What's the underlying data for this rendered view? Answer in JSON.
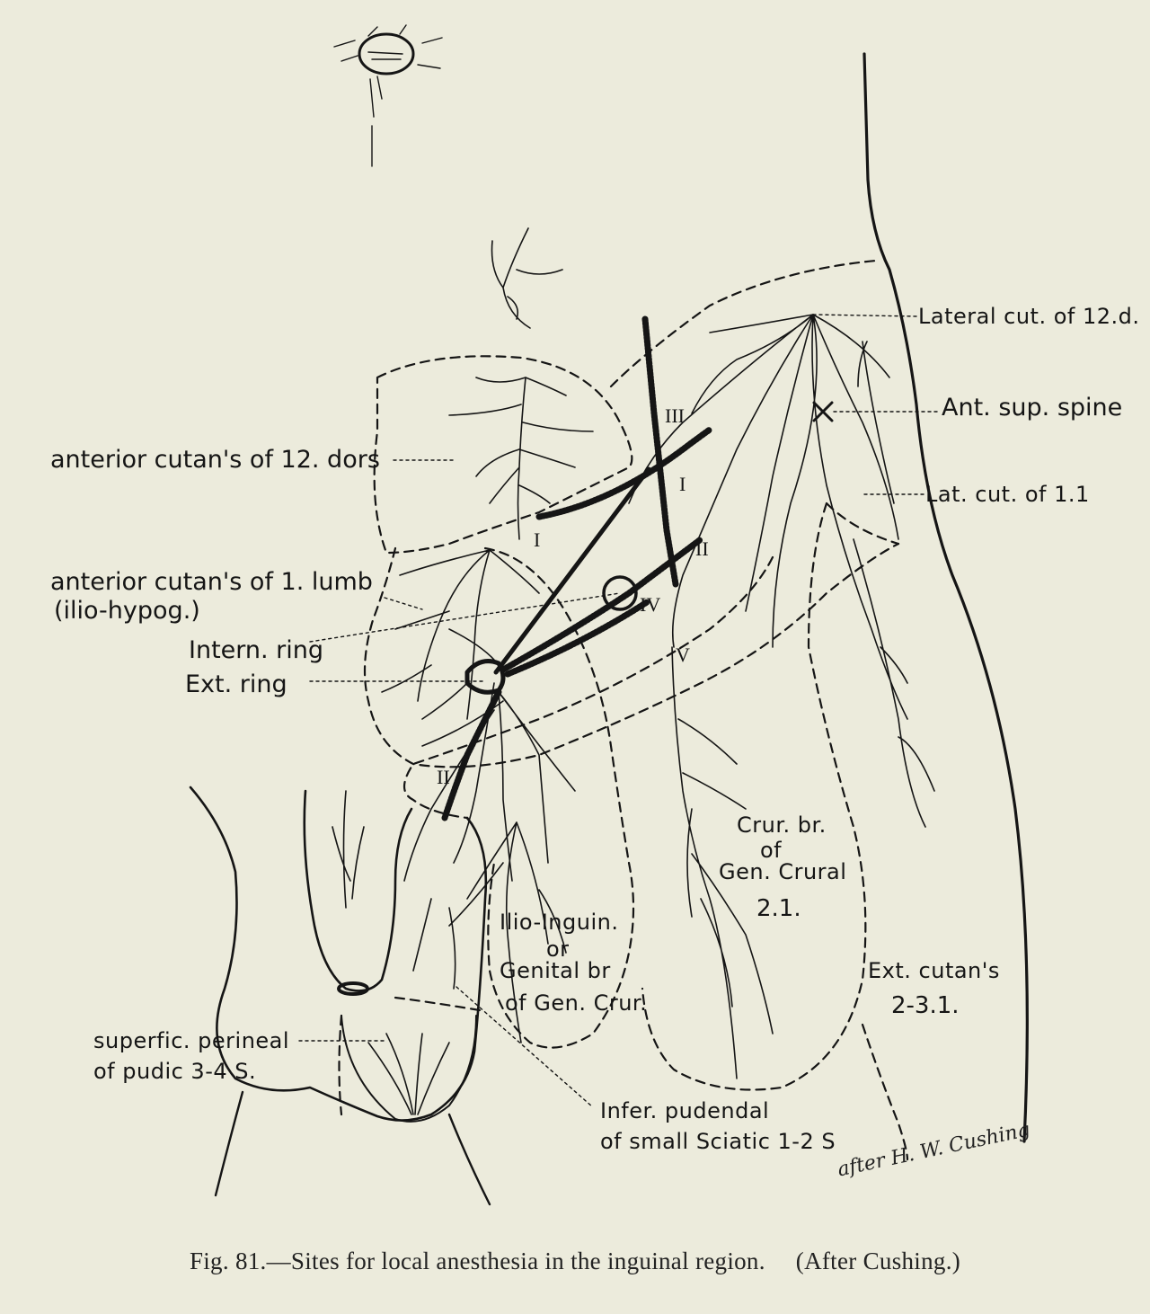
{
  "labels": {
    "lateral_cut_12d": "Lateral cut. of 12.d.",
    "ant_sup_spine": "Ant. sup. spine",
    "lat_cut_11": "Lat. cut. of 1.1",
    "anterior_cutan_12_dors": "anterior cutan's of 12. dors",
    "anterior_cutan_1_lumb": "anterior cutan's of 1. lumb",
    "ilio_hypog": "(ilio-hypog.)",
    "intern_ring": "Intern. ring",
    "ext_ring": "Ext. ring",
    "crur_br_line1": "Crur. br.",
    "crur_br_line2": "of",
    "crur_br_line3": "Gen. Crural",
    "crur_br_line4": "2.1.",
    "ilio_inguin_line1": "Ilio-Inguin.",
    "ilio_inguin_line2": "or",
    "ilio_inguin_line3": "Genital br",
    "ilio_inguin_line4": "of Gen. Crur.",
    "ext_cutan_line1": "Ext. cutan's",
    "ext_cutan_line2": "2-3.1.",
    "superfic_perineal_line1": "superfic. perineal",
    "superfic_perineal_line2": "of pudic 3-4 S.",
    "infer_pudendal_line1": "Infer. pudendal",
    "infer_pudendal_line2": "of small Sciatic 1-2 S"
  },
  "roman_numerals": {
    "iii": "III",
    "i_upper": "I",
    "ii_upper": "II",
    "iv": "IV",
    "v": "V",
    "i_lower": "I",
    "ii_lower": "II"
  },
  "signature": "after H. W. Cushing",
  "caption": {
    "main": "Fig. 81.—Sites for local anesthesia in the inguinal region.",
    "sub": "(After Cushing.)"
  },
  "colors": {
    "paper": "#ecebdc",
    "ink": "#151515"
  }
}
